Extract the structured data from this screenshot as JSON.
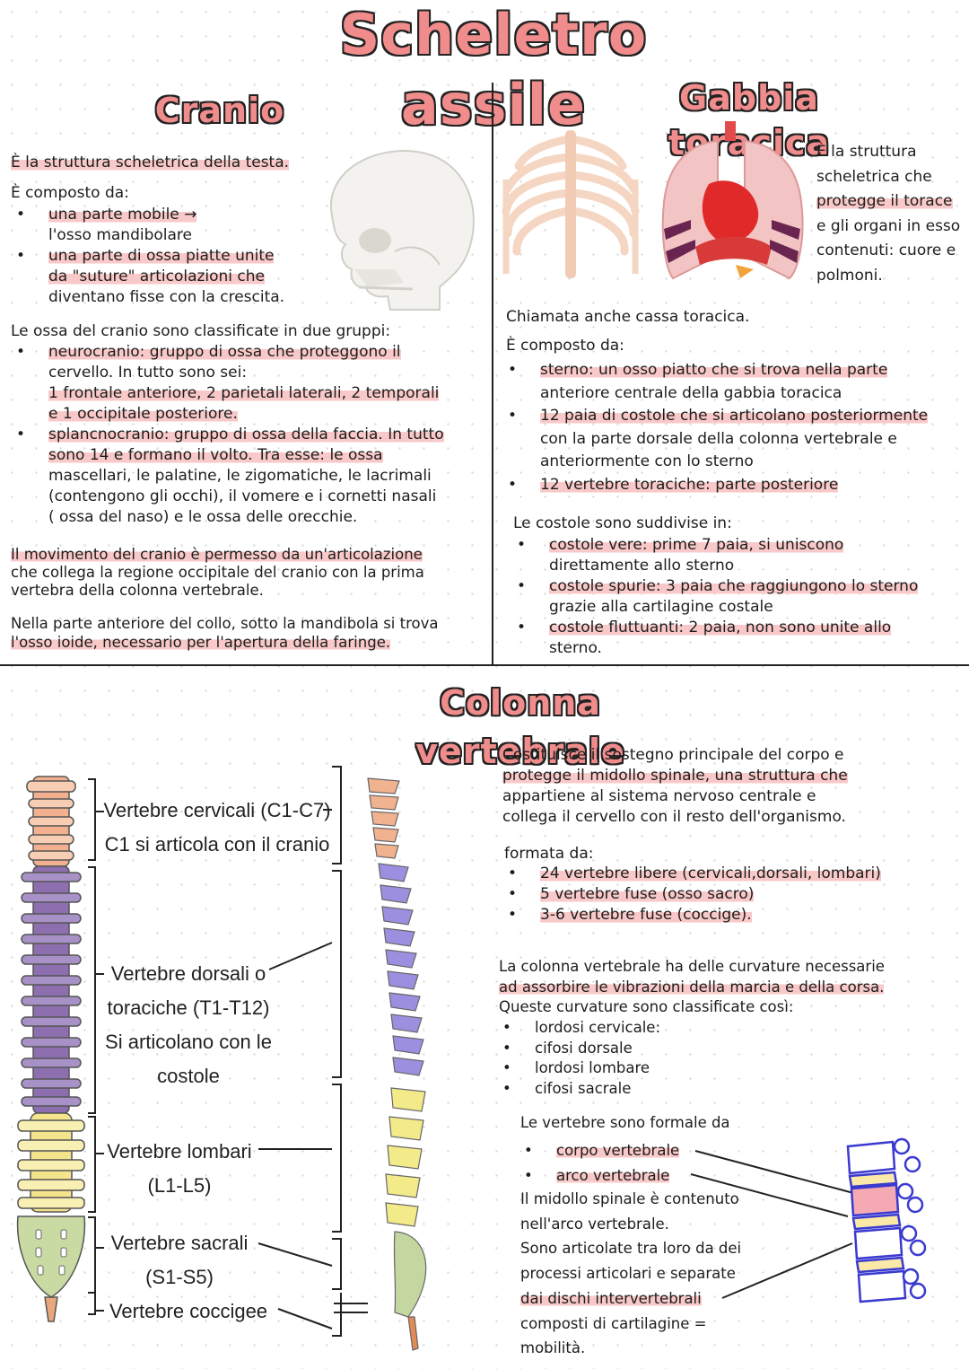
{
  "title": "Scheletro assile",
  "cranio": {
    "heading": "Cranio",
    "intro": "È la struttura scheletrica della testa.",
    "composto_label": "È composto da:",
    "items": [
      {
        "a": "una parte mobile →",
        "b": "l'osso mandibolare"
      },
      {
        "a": "una parte di ossa piatte unite",
        "b": "da \"suture\" articolazioni che",
        "c": "diventano fisse con la crescita."
      }
    ],
    "classes_intro": "Le ossa del cranio sono classificate in due gruppi:",
    "neuro": {
      "l1": "neurocranio: gruppo di ossa che proteggono il",
      "l2": "cervello. In tutto sono sei:",
      "l3": "1 frontale anteriore, 2 parietali laterali, 2 temporali",
      "l4": "e 1 occipitale posteriore."
    },
    "splanc": {
      "l1": "splancnocranio: gruppo di ossa della faccia. In tutto",
      "l2": "sono 14 e formano il volto. Tra esse: le ossa",
      "l3": "mascellari, le palatine, le zigomatiche, le lacrimali",
      "l4": "(contengono gli occhi), il vomere e i cornetti nasali",
      "l5": "( ossa del naso) e le ossa delle orecchie."
    },
    "movement": {
      "l1": "Il movimento del cranio è permesso da un'articolazione",
      "l2": "che collega la regione occipitale del cranio con la prima",
      "l3": "vertebra della colonna vertebrale."
    },
    "ioide": {
      "l1": "Nella parte anteriore del collo, sotto la mandibola si trova",
      "l2": "l'osso ioide, necessario per l'apertura della faringe."
    }
  },
  "gabbia": {
    "heading": "Gabbia toracica",
    "side": {
      "l1": "È la struttura",
      "l2": "scheletrica che",
      "l3": "protegge il torace",
      "l4": "e gli organi in esso",
      "l5": "contenuti: cuore e",
      "l6": "polmoni."
    },
    "chiamata": "Chiamata anche cassa toracica.",
    "composto_label": "È composto da:",
    "items": [
      {
        "l1": "sterno: un osso piatto che si trova nella parte",
        "l2": "anteriore centrale della gabbia toracica"
      },
      {
        "l1": "12 paia di costole che si articolano posteriormente",
        "l2": "con la parte dorsale della colonna vertebrale e",
        "l3": "anteriormente con lo sterno"
      },
      {
        "l1": "12 vertebre toraciche: parte posteriore"
      }
    ],
    "costole_intro": "Le costole sono suddivise in:",
    "costole": [
      {
        "l1": "costole vere: prime 7 paia, si uniscono",
        "l2": "direttamente allo sterno"
      },
      {
        "l1": "costole spurie: 3 paia che raggiungono lo sterno",
        "l2": "grazie alla cartilagine costale"
      },
      {
        "l1": "costole fluttuanti: 2 paia, non sono unite allo",
        "l2": "sterno."
      }
    ]
  },
  "colonna": {
    "heading": "Colonna vertebrale",
    "labels": {
      "cervicali_1": "Vertebre cervicali (C1-C7)",
      "cervicali_2": "C1 si articola con il cranio",
      "dorsali_1": "Vertebre dorsali o",
      "dorsali_2": "toraciche (T1-T12)",
      "dorsali_3": "Si articolano con le",
      "dorsali_4": "costole",
      "lombari_1": "Vertebre lombari",
      "lombari_2": "(L1-L5)",
      "sacrali_1": "Vertebre sacrali",
      "sacrali_2": "(S1-S5)",
      "coccigee": "Vertebre coccigee"
    },
    "sostegno": {
      "l1": "Costituisce il sostegno principale del corpo e",
      "l2": "protegge il midollo spinale, una struttura che",
      "l3": "appartiene al sistema nervoso centrale e",
      "l4": "collega il cervello con il resto dell'organismo."
    },
    "formata_label": "formata da:",
    "formata": [
      "24 vertebre libere (cervicali,dorsali, lombari)",
      "5 vertebre fuse (osso sacro)",
      "3-6 vertebre fuse (coccige)."
    ],
    "curvature": {
      "l1": "La colonna vertebrale ha delle curvature necessarie",
      "l2": "ad assorbire le vibrazioni della marcia e della corsa.",
      "l3": "Queste curvature sono classificate così:"
    },
    "curvature_items": [
      "lordosi cervicale:",
      "cifosi dorsale",
      "lordosi lombare",
      "cifosi sacrale"
    ],
    "vertebre_intro": "Le vertebre sono formale da",
    "vertebre_items": [
      "corpo vertebrale",
      "arco vertebrale"
    ],
    "midollo": {
      "l1": "Il midollo spinale è contenuto",
      "l2": "nell'arco vertebrale.",
      "l3": "Sono articolate tra loro da dei",
      "l4": "processi articolari e separate",
      "l5": "dai dischi intervertebrali",
      "l6": "composti di cartilagine =",
      "l7": "mobilità."
    }
  },
  "colors": {
    "accent": "#f08c8c",
    "highlight": "#f9c9c9",
    "cervical": "#f2b08f",
    "thoracic": "#8d6fb0",
    "lumbar": "#f4e58c",
    "sacral": "#c9dba3"
  }
}
